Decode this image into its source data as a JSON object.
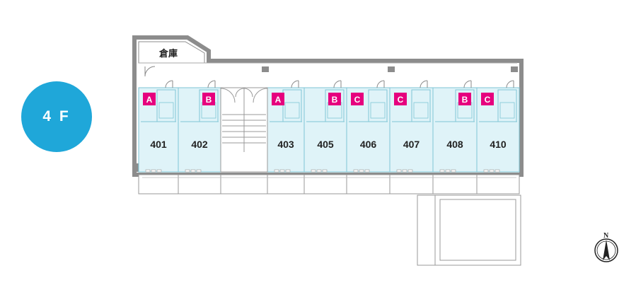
{
  "floor": {
    "label": "4 F"
  },
  "storage": {
    "label": "倉庫"
  },
  "rooms": [
    {
      "number": "401",
      "type": "A"
    },
    {
      "number": "402",
      "type": "B"
    },
    {
      "number": "403",
      "type": "A"
    },
    {
      "number": "405",
      "type": "B"
    },
    {
      "number": "406",
      "type": "C"
    },
    {
      "number": "407",
      "type": "C"
    },
    {
      "number": "408",
      "type": "B"
    },
    {
      "number": "410",
      "type": "C"
    }
  ],
  "compass": {
    "label": "N"
  },
  "colors": {
    "room_fill": "#dff3f8",
    "room_line": "#7fc6d6",
    "wall": "#8c8c8c",
    "type_badge": "#e6007e",
    "floor_badge": "#1fa7d9"
  }
}
